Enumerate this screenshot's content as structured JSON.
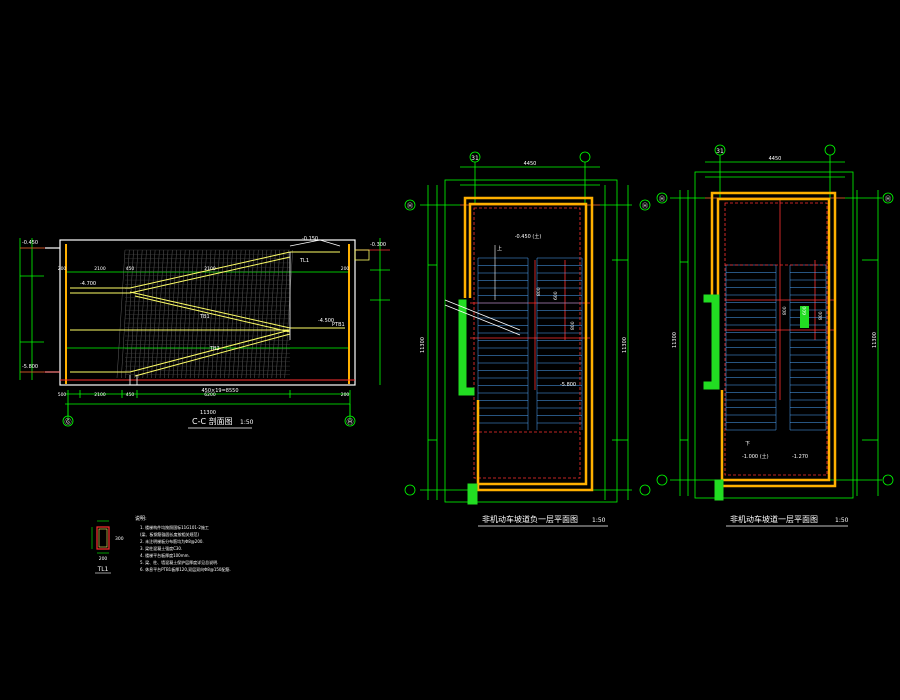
{
  "colors": {
    "bg": "#000000",
    "wall": "#ffffff",
    "dim": "#00ff00",
    "axis": "#ff3030",
    "stair": "#4fa8ff",
    "border": "#ffb000",
    "col": "#33ee33",
    "ramp": "#ffff66",
    "text": "#ffffff",
    "label": "#ffff66",
    "hatch": "#aaaaaa"
  },
  "section": {
    "title": "C-C 剖面图",
    "scale": "1:50",
    "total_width": "11300",
    "axis_left": "Ⓖ",
    "axis_right": "Ⓗ",
    "elev_top": "-0.450",
    "elev_top_right": "-0.300",
    "elev_mid": "-4.700",
    "elev_right_mid": "-4.500",
    "elev_bottom": "-5.800",
    "elev_small": "-0.150",
    "beam_tl1": "TL1",
    "beam_ptb1": "PTB1",
    "beam_tb1": "TB1",
    "beam_tb2": "TB2",
    "dims_top": [
      "200",
      "2100",
      "450",
      "2100",
      "200"
    ],
    "dims_bottom": [
      "500",
      "2100",
      "450",
      "6200",
      "200"
    ],
    "dim_steps": "450×19=8550"
  },
  "plan_b1": {
    "title": "非机动车坡道负一层平面图",
    "scale": "1:50",
    "axis_top": "31",
    "axis_left": "Ⓗ",
    "axis_right": "Ⓗ",
    "width_top": "4450",
    "elev_label": "-0.450 (土)",
    "elev_label2": "-5.800",
    "up_label": "上",
    "vertical_dims": [
      "11300",
      "11300"
    ],
    "mid_dims": [
      "800",
      "600",
      "800"
    ]
  },
  "plan_1f": {
    "title": "非机动车坡道一层平面图",
    "scale": "1:50",
    "axis_top": "31",
    "axis_left": "Ⓗ",
    "axis_right": "Ⓗ",
    "width_top": "4450",
    "elev_label": "-1.000 (土)",
    "elev_label2": "-1.270",
    "up_label": "下",
    "vertical_dims": [
      "11300",
      "11300"
    ],
    "mid_dims": [
      "800",
      "600",
      "800"
    ]
  },
  "detail": {
    "label": "TL1",
    "size": "200",
    "height": "300"
  },
  "notes": {
    "heading": "说明:",
    "lines": [
      "1. 楼梯构件均按照国标11G101-2施工",
      "   (梁、板钢筋锚固长度按相关规范)",
      "2. 未注明梯板分布筋均为Φ8@200.",
      "3. 梁柱混凝土强度C30.",
      "4. 楼梯平台板厚度100mm.",
      "5. 梁、柱、墙混凝土保护层厚度详见总说明.",
      "6. 休息平台PTB1板厚120,双层双向Φ8@150配筋."
    ]
  }
}
